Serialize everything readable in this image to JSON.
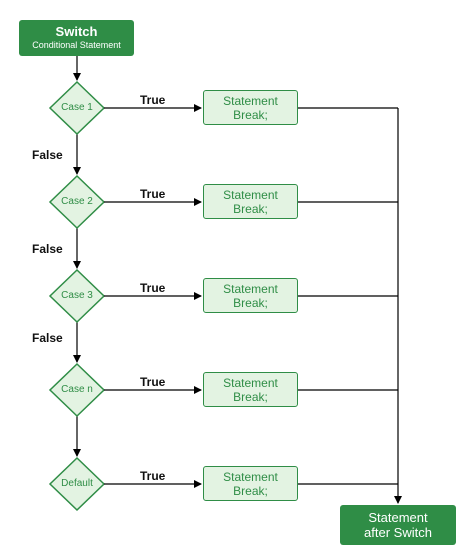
{
  "colors": {
    "green": "#2f8d46",
    "light_green": "#e3f3e2",
    "line": "#000000",
    "text": "#111111"
  },
  "start_node": {
    "title": "Switch",
    "subtitle": "Conditional Statement"
  },
  "end_node": {
    "line1": "Statement",
    "line2": "after Switch"
  },
  "cases": [
    {
      "label": "Case 1",
      "edge_true": "True",
      "statement": "Statement",
      "break": "Break;"
    },
    {
      "label": "Case 2",
      "edge_true": "True",
      "statement": "Statement",
      "break": "Break;"
    },
    {
      "label": "Case 3",
      "edge_true": "True",
      "statement": "Statement",
      "break": "Break;"
    },
    {
      "label": "Case n",
      "edge_true": "True",
      "statement": "Statement",
      "break": "Break;"
    },
    {
      "label": "Default",
      "edge_true": "True",
      "statement": "Statement",
      "break": "Break;"
    }
  ],
  "false_labels": [
    "False",
    "False",
    "False"
  ]
}
